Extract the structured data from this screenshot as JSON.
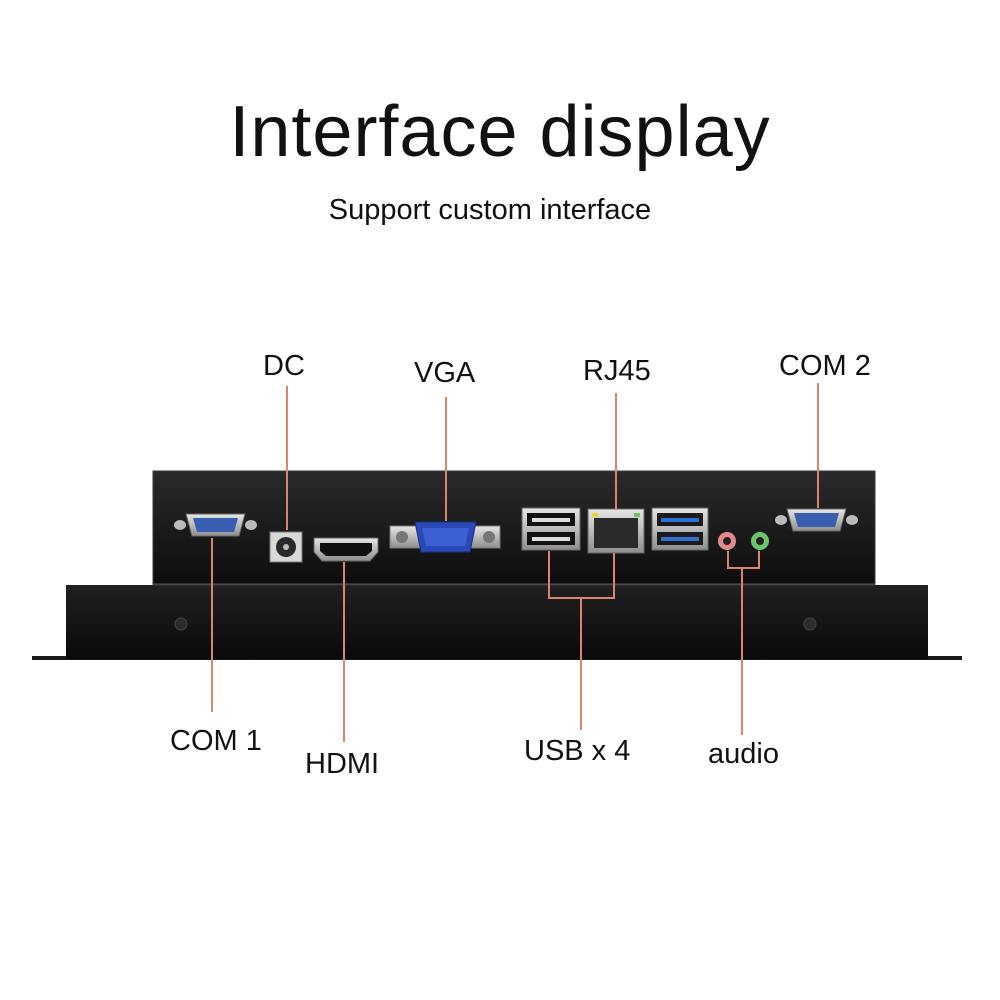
{
  "header": {
    "title": "Interface display",
    "subtitle": "Support custom interface"
  },
  "ports": {
    "dc": "DC",
    "vga": "VGA",
    "rj45": "RJ45",
    "com2": "COM 2",
    "com1": "COM 1",
    "hdmi": "HDMI",
    "usb": "USB x 4",
    "audio": "audio"
  },
  "colors": {
    "leader_line": "#d9856a",
    "chassis": "#151515",
    "vga_connector": "#2a49b8",
    "usb3_blue": "#2f6fd6",
    "audio_pink": "#e58a8a",
    "audio_green": "#6fc46a"
  }
}
